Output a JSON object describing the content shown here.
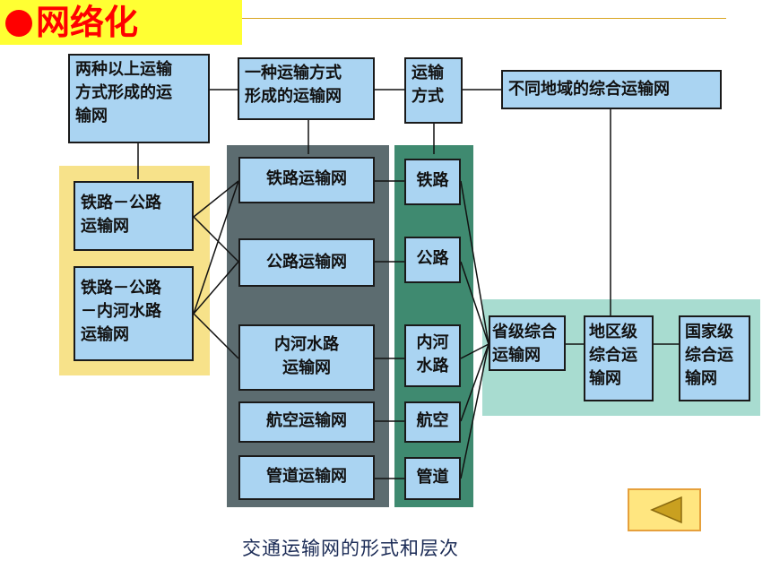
{
  "slide": {
    "title": "网络化",
    "caption": "交通运输网的形式和层次"
  },
  "boxes": {
    "multi_mode": "两种以上运输\n方式形成的运\n输网",
    "single_mode": "一种运输方式\n形成的运输网",
    "transport_mode": "运输\n方式",
    "regional": "不同地域的综合运输网",
    "rail_road": "铁路－公路\n运输网",
    "rail_road_river": "铁路－公路\n－内河水路\n运输网",
    "rail_net": "铁路运输网",
    "road_net": "公路运输网",
    "river_net": "内河水路\n运输网",
    "air_net": "航空运输网",
    "pipe_net": "管道运输网",
    "rail": "铁路",
    "road": "公路",
    "river": "内河\n水路",
    "air": "航空",
    "pipe": "管道",
    "provincial": "省级综合\n运输网",
    "district": "地区级\n综合运\n输网",
    "national": "国家级\n综合运\n输网"
  },
  "colors": {
    "title_bg": "#ffff33",
    "title_text": "#ff0000",
    "box_fill": "#aad4f2",
    "yellow_panel": "#f7e28a",
    "dark_panel": "#5c6c70",
    "green_panel": "#3f8a70",
    "teal_panel": "#a8dcd0"
  },
  "icons": {
    "prev_button": "left-triangle-icon"
  }
}
